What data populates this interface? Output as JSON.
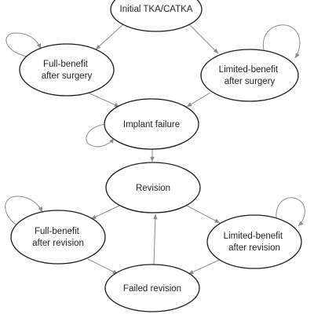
{
  "diagram": {
    "nodes": {
      "initial": {
        "lines": [
          "Initial TKA/CATKA"
        ]
      },
      "full_after_surgery": {
        "lines": [
          "Full-benefit",
          "after surgery"
        ]
      },
      "limited_after_surgery": {
        "lines": [
          "Limited-benefit",
          "after surgery"
        ]
      },
      "implant_failure": {
        "lines": [
          "Implant failure"
        ]
      },
      "revision": {
        "lines": [
          "Revision"
        ]
      },
      "full_after_revision": {
        "lines": [
          "Full-benefit",
          "after revision"
        ]
      },
      "limited_after_revision": {
        "lines": [
          "Limited-benefit",
          "after revision"
        ]
      },
      "failed_revision": {
        "lines": [
          "Failed revision"
        ]
      }
    },
    "edges": [
      {
        "from": "initial",
        "to": "full_after_surgery"
      },
      {
        "from": "initial",
        "to": "limited_after_surgery"
      },
      {
        "from": "full_after_surgery",
        "to": "implant_failure"
      },
      {
        "from": "limited_after_surgery",
        "to": "implant_failure"
      },
      {
        "from": "implant_failure",
        "to": "revision"
      },
      {
        "from": "revision",
        "to": "full_after_revision"
      },
      {
        "from": "revision",
        "to": "limited_after_revision"
      },
      {
        "from": "full_after_revision",
        "to": "failed_revision"
      },
      {
        "from": "limited_after_revision",
        "to": "failed_revision"
      },
      {
        "from": "failed_revision",
        "to": "revision"
      }
    ],
    "self_loops": [
      "full_after_surgery",
      "limited_after_surgery",
      "implant_failure",
      "full_after_revision",
      "limited_after_revision"
    ],
    "colors": {
      "node_stroke": "#1a1a1a",
      "edge": "#8a8a8a",
      "text": "#222222",
      "background": "#ffffff"
    }
  }
}
